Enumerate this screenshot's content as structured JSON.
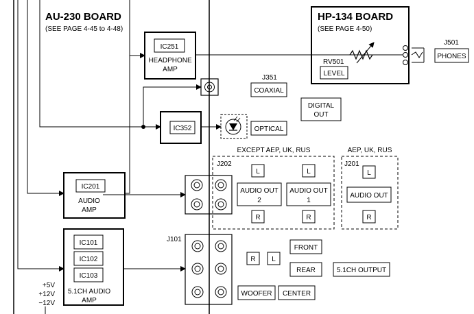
{
  "boards": {
    "au230": {
      "title": "AU-230 BOARD",
      "subtitle": "(SEE PAGE 4-45 to 4-48)"
    },
    "hp134": {
      "title": "HP-134 BOARD",
      "subtitle": "(SEE PAGE 4-50)"
    }
  },
  "components": {
    "ic251": "IC251",
    "headphone_amp": [
      "HEADPHONE",
      "AMP"
    ],
    "ic352": "IC352",
    "ic201": "IC201",
    "audio_amp": [
      "AUDIO",
      "AMP"
    ],
    "ic101": "IC101",
    "ic102": "IC102",
    "ic103": "IC103",
    "audio_51_amp": [
      "5.1CH AUDIO",
      "AMP"
    ],
    "rv501": "RV501",
    "level": "LEVEL"
  },
  "connectors": {
    "j501": "J501",
    "phones": "PHONES",
    "j351": "J351",
    "coaxial": "COAXIAL",
    "digital_out": [
      "DIGITAL",
      "OUT"
    ],
    "optical": "OPTICAL",
    "j202": "J202",
    "j201": "J201",
    "j101": "J101",
    "except_group": "EXCEPT AEP, UK, RUS",
    "aep_group": "AEP, UK, RUS",
    "audio_out_2": [
      "AUDIO OUT",
      "2"
    ],
    "audio_out_1": [
      "AUDIO OUT",
      "1"
    ],
    "audio_out": "AUDIO OUT",
    "l": "L",
    "r": "R",
    "front": "FRONT",
    "rear": "REAR",
    "woofer": "WOOFER",
    "center": "CENTER",
    "out_51": "5.1CH OUTPUT"
  },
  "power": [
    "+5V",
    "+12V",
    "−12V"
  ]
}
